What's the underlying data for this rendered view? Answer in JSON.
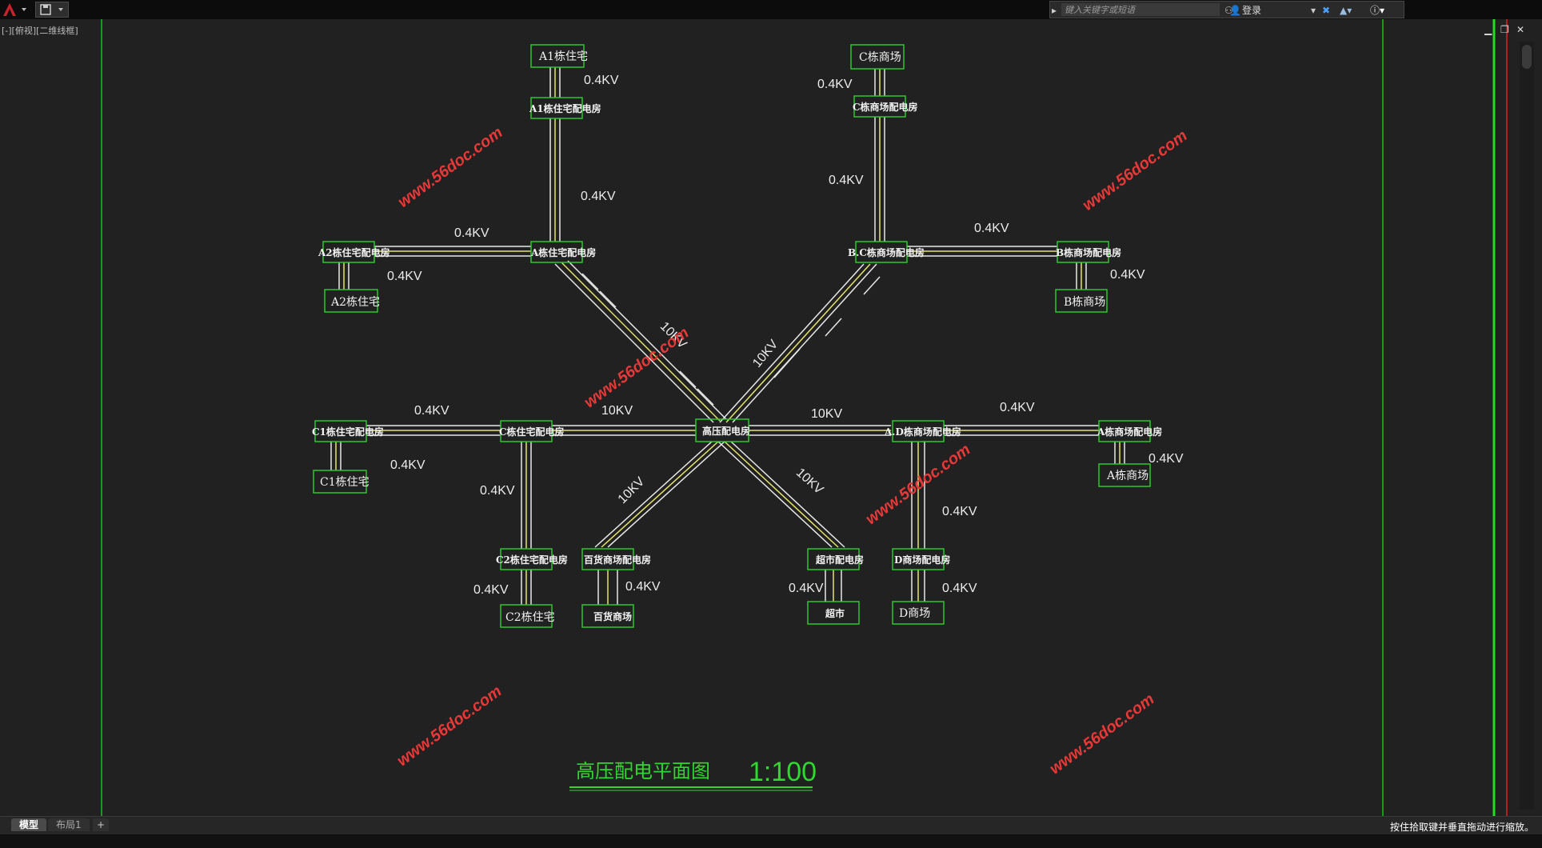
{
  "topbar": {
    "search_placeholder": "键入关键字或短语",
    "login_label": "登录"
  },
  "viewport_label": "[-][俯视][二维线框]",
  "tabs": {
    "model": "模型",
    "layout1": "布局1",
    "add": "+"
  },
  "status_message": "按住拾取键并垂直拖动进行缩放。",
  "drawing": {
    "title": "高压配电平面图",
    "scale": "1:100",
    "voltage_hv": "10KV",
    "voltage_lv": "0.4KV",
    "watermark": "www.56doc.com",
    "nodes": {
      "center": "高压配电房",
      "a1_res": "A1栋住宅",
      "a1_room": "A1栋住宅配电房",
      "a_res_room": "A栋住宅配电房",
      "a2_room": "A2栋住宅配电房",
      "a2_res": "A2栋住宅",
      "c_mall": "C栋商场",
      "c_mall_room": "C栋商场配电房",
      "bc_mall_room": "B.C栋商场配电房",
      "b_mall_room": "B栋商场配电房",
      "b_mall": "B栋商场",
      "c1_room": "C1栋住宅配电房",
      "c1_res": "C1栋住宅",
      "c_res_room": "C栋住宅配电房",
      "c2_room": "C2栋住宅配电房",
      "c2_res": "C2栋住宅",
      "dept_room": "百货商场配电房",
      "dept": "百货商场",
      "super_room": "超市配电房",
      "super": "超市",
      "ad_mall_room": "A.D栋商场配电房",
      "a_mall_room": "A栋商场配电房",
      "a_mall": "A栋商场",
      "d_mall_room": "D商场配电房",
      "d_mall": "D商场"
    }
  }
}
